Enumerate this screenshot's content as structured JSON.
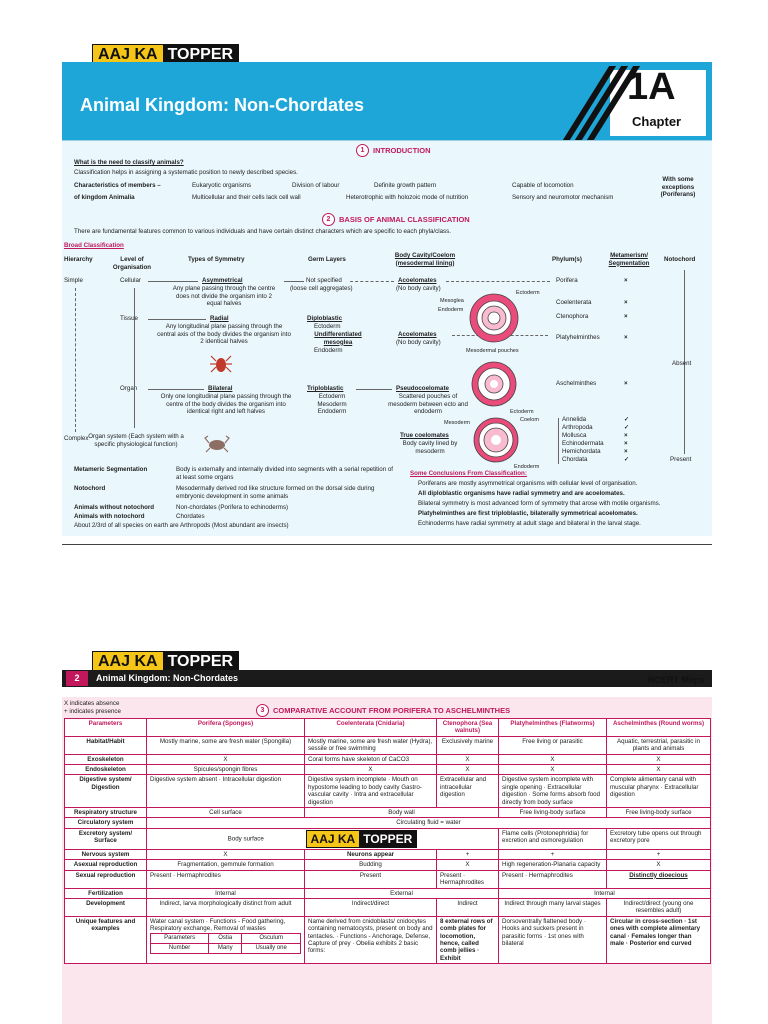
{
  "brand": {
    "part1": "AAJ KA",
    "part2": "TOPPER"
  },
  "page1": {
    "title": "Animal Kingdom: Non-Chordates",
    "chapter_number": "1A",
    "chapter_label": "Chapter",
    "intro": {
      "num": "1",
      "heading": "INTRODUCTION",
      "q": "What is the need to classify animals?",
      "classification": "Classification helps in assigning a systematic position to newly described species.",
      "characteristics_label": "Characteristics of members –",
      "of_kingdom": "of kingdom Animalia",
      "f1": "Eukaryotic organisms",
      "f2": "Division of labour",
      "f3": "Definite growth pattern",
      "f4": "Capable of locomotion",
      "f5": "Multicellular and their cells lack cell wall",
      "f6": "Heterotrophic with holozoic mode of nutrition",
      "f7": "Sensory and neuromotor mechanism",
      "exceptions": "With some exceptions (Poriferans)"
    },
    "basis": {
      "num": "2",
      "heading": "BASIS OF ANIMAL CLASSIFICATION",
      "intro": "There are fundamental features common to various individuals and have certain distinct characters which are specific to each phyla/class.",
      "broad": "Broad Classification",
      "headers": [
        "Hierarchy",
        "Level of Organisation",
        "Types of Symmetry",
        "Germ Layers",
        "Body Cavity/Coelom (mesodermal lining)",
        "Phylum(s)",
        "Metamerism/ Segmentation",
        "Notochord"
      ],
      "simple": "Simple",
      "complex": "Complex",
      "levels": [
        "Cellular",
        "Tissue",
        "Organ",
        "Organ system (Each system with a specific physiological function)"
      ],
      "asym": "Asymmetrical",
      "asym_d": "Any plane passing through the centre does not divide the organism into 2 equal halves",
      "radial": "Radial",
      "radial_d": "Any longitudinal plane passing through the central axis of the body divides the organism into 2 identical halves",
      "bilateral": "Bilateral",
      "bilateral_d": "Only one longitudinal plane passing through the centre of the body divides the organism into identical right and left halves",
      "ns": "Not specified",
      "ns_d": "(loose cell aggregates)",
      "diplo": "Diploblastic",
      "diplo_d": "Ectoderm",
      "undiff": "Undifferentiated mesoglea",
      "endo": "Endoderm",
      "triplo": "Triploblastic",
      "triplo_d": "Ectoderm Mesoderm Endoderm",
      "acoel1": "Acoelomates",
      "acoel1_d": "(No body cavity)",
      "acoel2": "Acoelomates",
      "acoel2_d": "(No body cavity)",
      "pseudo": "Pseudocoelomate",
      "pseudo_d": "Scattered pouches of mesoderm between ecto and endoderm",
      "truec": "True coelomates",
      "truec_d": "Body cavity lined by mesoderm",
      "diagram_labels": [
        "Ectoderm",
        "Mesoglea",
        "Endoderm",
        "Mesodermal pouches",
        "Ectoderm",
        "Coelom",
        "Mesoderm",
        "Endoderm"
      ],
      "phyla": [
        "Porifera",
        "Coelenterata",
        "Ctenophora",
        "Platyhelminthes",
        "Aschelminthes",
        "Annelida",
        "Arthropoda",
        "Mollusca",
        "Echinodermata",
        "Hemichordata",
        "Chordata"
      ],
      "seg": [
        "×",
        "×",
        "×",
        "×",
        "×",
        "✓",
        "✓",
        "×",
        "×",
        "×",
        "✓"
      ],
      "absent": "Absent",
      "present": "Present",
      "notes": [
        [
          "Metameric Segmentation",
          "Body is externally and internally divided into segments with a serial repetition of at least some organs"
        ],
        [
          "Notochord",
          "Mesodermally derived rod like structure formed on the dorsal side during embryonic development in some animals"
        ],
        [
          "Animals without notochord",
          "Non-chordates (Porifera to echinoderms)"
        ],
        [
          "Animals with notochord",
          "Chordates"
        ]
      ],
      "about": "About 2/3rd of all species on earth are Arthropods (Most abundant are insects)",
      "conclusions_title": "Some Conclusions From Classification:",
      "conclusions": [
        "Poriferans are mostly asymmetrical organisms with cellular level of organisation.",
        "All diploblastic organisms have radial symmetry and are acoelomates.",
        "Bilateral symmetry is most advanced form of symmetry that arose with motile organisms.",
        "Platyhelminthes are first triploblastic, bilaterally symmetrical acoelomates.",
        "Echinoderms have radial symmetry at adult stage and bilateral in the larval stage."
      ]
    }
  },
  "page2": {
    "page_num": "2",
    "title": "Animal Kingdom: Non-Chordates",
    "right": "NCERT Maps",
    "legend1": "X indicates absence",
    "legend2": "+ indicates presence",
    "num": "3",
    "heading": "COMPARATIVE ACCOUNT FROM PORIFERA TO ASCHELMINTHES",
    "columns": [
      "Parameters",
      "Porifera (Sponges)",
      "Coelenterata (Cnidaria)",
      "Ctenophora (Sea walnuts)",
      "Platyhelminthes (Flatworms)",
      "Aschelminthes (Round worms)"
    ],
    "rows": [
      [
        "Habitat/Habit",
        "Mostly marine, some are fresh water (Spongilla)",
        "Mostly marine, some are fresh water (Hydra), sessile or free swimming",
        "Exclusively marine",
        "Free living or parasitic",
        "Aquatic, terrestrial, parasitic in plants and animals"
      ],
      [
        "Exoskeleton",
        "X",
        "Coral forms have skeleton of CaCO3",
        "X",
        "X",
        "X"
      ],
      [
        "Endoskeleton",
        "Spicules/spongin fibres",
        "X",
        "X",
        "X",
        "X"
      ],
      [
        "Digestive system/ Digestion",
        "Digestive system absent · Intracellular digestion",
        "Digestive system incomplete · Mouth on hypostome leading to body cavity Gastro-vascular cavity · Intra and extracellular digestion",
        "Extracellular and intracellular digestion",
        "Digestive system incomplete with single opening · Extracellular digestion · Some forms absorb food directly from body surface",
        "Complete alimentary canal with muscular pharynx · Extracellular digestion"
      ],
      [
        "Respiratory structure",
        "Cell surface",
        "Body wall",
        "",
        "Free living-body surface",
        "Free living-body surface"
      ],
      [
        "Circulatory system",
        "Circulating fluid = water",
        "",
        "",
        "",
        ""
      ],
      [
        "Excretory system/ Surface",
        "Body surface",
        "",
        "",
        "Flame cells (Protonephridia) for excretion and osmoregulation",
        "Excretory tube opens out through excretory pore"
      ],
      [
        "Nervous system",
        "X",
        "Neurons appear",
        "+",
        "+",
        "+"
      ],
      [
        "Asexual reproduction",
        "Fragmentation, gemmule formation",
        "Budding",
        "X",
        "High regeneration-Planaria capacity",
        "X"
      ],
      [
        "Sexual reproduction",
        "Present · Hermaphrodites",
        "Present",
        "Present · Hermaphrodites",
        "Present · Hermaphrodites",
        "Distinctly dioecious"
      ],
      [
        "Fertilization",
        "Internal",
        "External",
        "",
        "Internal",
        ""
      ],
      [
        "Development",
        "Indirect, larva morphologically distinct from adult",
        "Indirect/direct",
        "Indirect",
        "Indirect through many larval stages",
        "Indirect/direct (young one resembles adult)"
      ],
      [
        "Unique features and examples",
        "Water canal system · Functions - Food gathering, Respiratory exchange, Removal of wastes",
        "Name derived from cnidoblasts/ cnidocytes containing nematocysts, present on body and tentacles. · Functions - Anchorage, Defense, Capture of prey · Obelia exhibits 2 basic forms:",
        "8 external rows of comb plates for locomotion, hence, called comb jellies · Exhibit",
        "Dorsoventrally flattened body · Hooks and suckers present in parasitic forms · 1st ones with bilateral",
        "Circular in cross-section · 1st ones with complete alimentary canal · Females longer than male · Posterior end curved"
      ]
    ],
    "ostia_head": [
      "Parameters",
      "Ostia",
      "Osculum"
    ],
    "ostia_row": [
      "Number",
      "Many",
      "Usually one"
    ]
  }
}
